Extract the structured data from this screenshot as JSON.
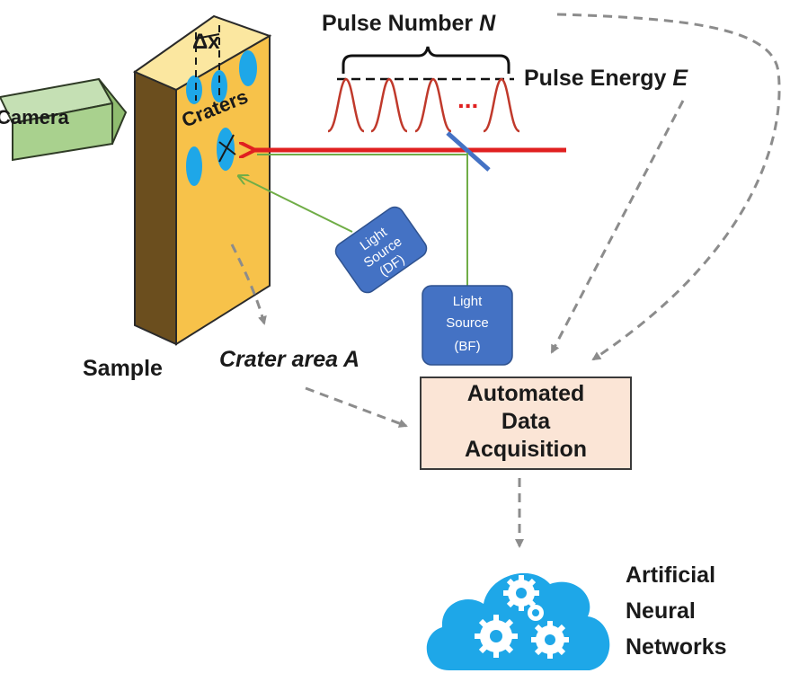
{
  "labels": {
    "pulse_number_prefix": "Pulse Number ",
    "pulse_number_var": "N",
    "pulse_energy_prefix": "Pulse Energy ",
    "pulse_energy_var": "E",
    "dots": "...",
    "delta_x": "Δx",
    "craters": "Craters",
    "camera": "Camera",
    "sample": "Sample",
    "crater_area": "Crater area A",
    "ann": [
      "Artificial",
      "Neural",
      "Networks"
    ]
  },
  "light_df": [
    "Light",
    "Source",
    "(DF)"
  ],
  "light_bf": [
    "Light",
    "Source",
    "(BF)"
  ],
  "acquisition": [
    "Automated",
    "Data",
    "Acquisition"
  ],
  "colors": {
    "sample_face": "#f7c24a",
    "sample_side": "#6b4e1e",
    "sample_top": "#fbe7a0",
    "crater": "#1ea7e8",
    "camera": "#a9d18e",
    "laser": "#e02020",
    "green_beam": "#70ad47",
    "light_source": "#4472c4",
    "box_fill": "#fbe5d6",
    "cloud": "#1ea7e8",
    "dashed": "#8c8c8c",
    "pulse": "#c0392b"
  },
  "icons": [
    "camera-icon",
    "cloud-icon",
    "gear-icon"
  ]
}
